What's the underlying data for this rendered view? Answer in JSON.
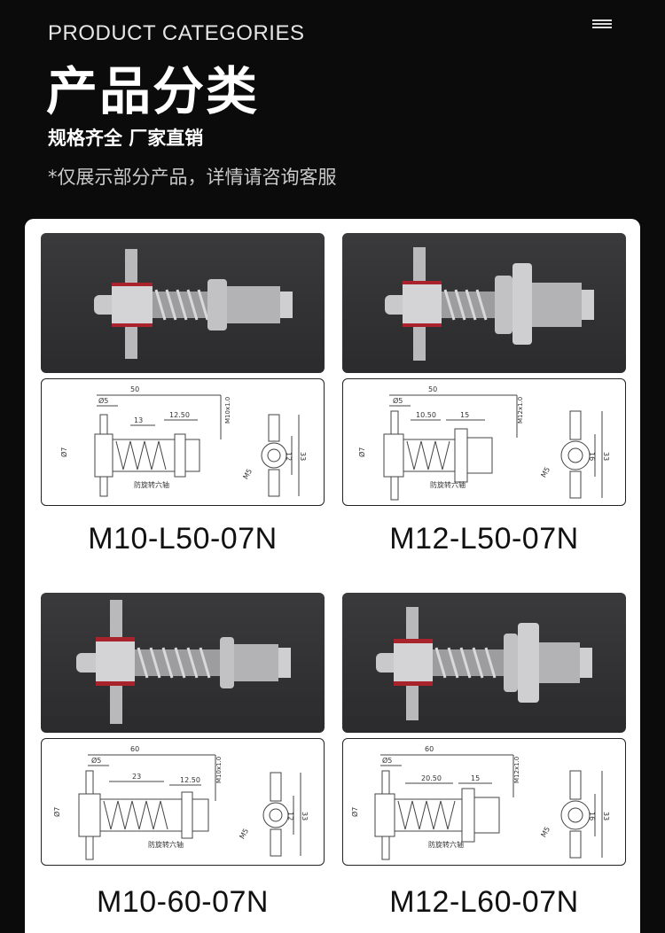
{
  "header": {
    "title_en": "PRODUCT CATEGORIES",
    "title_cn": "产品分类",
    "subtitle": "规格齐全 厂家直销",
    "note": "*仅展示部分产品，详情请咨询客服"
  },
  "products": [
    {
      "model": "M10-L50-07N",
      "dims": {
        "total": "50",
        "pipe": "Ø5",
        "seg_a": "13",
        "seg_b": "12.50",
        "thread": "M10x1.0",
        "side_h": "12",
        "side_total": "33",
        "side_thread": "M5",
        "left": "Ø7"
      },
      "note": "防旋转六轴"
    },
    {
      "model": "M12-L50-07N",
      "dims": {
        "total": "50",
        "pipe": "Ø5",
        "seg_a": "10.50",
        "seg_b": "15",
        "thread": "M12x1.0",
        "side_h": "16",
        "side_total": "33",
        "side_thread": "M5",
        "left": "Ø7"
      },
      "note": "防旋转六轴"
    },
    {
      "model": "M10-60-07N",
      "dims": {
        "total": "60",
        "pipe": "Ø5",
        "seg_a": "23",
        "seg_b": "12.50",
        "thread": "M10x1.0",
        "side_h": "12",
        "side_total": "33",
        "side_thread": "M5",
        "left": "Ø7"
      },
      "note": "防旋转六轴"
    },
    {
      "model": "M12-L60-07N",
      "dims": {
        "total": "60",
        "pipe": "Ø5",
        "seg_a": "20.50",
        "seg_b": "15",
        "thread": "M12x1.0",
        "side_h": "16",
        "side_total": "33",
        "side_thread": "M5",
        "left": "Ø7"
      },
      "note": "防旋转六轴"
    }
  ],
  "icons": {
    "menu": "menu-icon"
  },
  "colors": {
    "background": "#0b0b0b",
    "panel": "#ffffff",
    "photo_bg": "#333335",
    "accent_red": "#a8232b"
  }
}
